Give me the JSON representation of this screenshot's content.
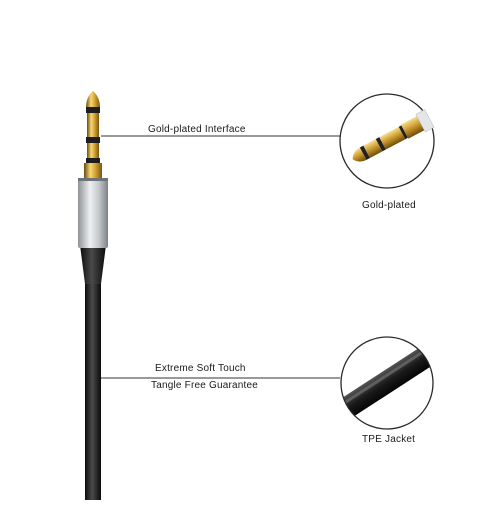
{
  "callouts": {
    "interface_label": "Gold-plated Interface",
    "tip_caption": "Gold-plated",
    "touch_label": "Extreme Soft Touch",
    "tangle_label": "Tangle Free Guarantee",
    "jacket_caption": "TPE Jacket"
  },
  "colors": {
    "cable": "#1c1c1c",
    "gold": "#c9a227",
    "silver": "#b9bcc0",
    "line": "#333333"
  }
}
